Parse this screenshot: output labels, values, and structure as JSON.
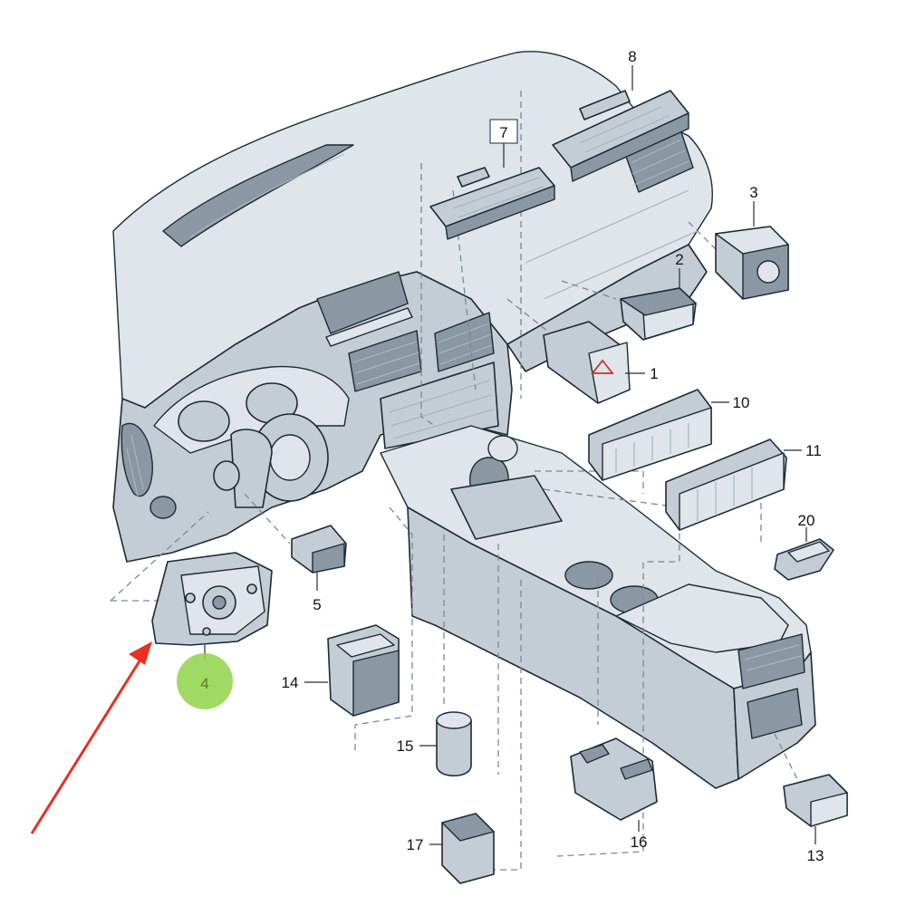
{
  "callouts": [
    {
      "id": "1",
      "label": "1"
    },
    {
      "id": "2",
      "label": "2"
    },
    {
      "id": "3",
      "label": "3"
    },
    {
      "id": "4",
      "label": "4"
    },
    {
      "id": "5",
      "label": "5"
    },
    {
      "id": "7",
      "label": "7"
    },
    {
      "id": "8",
      "label": "8"
    },
    {
      "id": "10",
      "label": "10"
    },
    {
      "id": "11",
      "label": "11"
    },
    {
      "id": "13",
      "label": "13"
    },
    {
      "id": "14",
      "label": "14"
    },
    {
      "id": "15",
      "label": "15"
    },
    {
      "id": "16",
      "label": "16"
    },
    {
      "id": "17",
      "label": "17"
    },
    {
      "id": "20",
      "label": "20"
    }
  ],
  "highlight": {
    "target": "4",
    "marker_color": "#8fd44a",
    "arrow_color": "#ea2e22"
  },
  "colors": {
    "part_fill": "#c4cdd6",
    "outline": "#1e2a33",
    "dash": "#7c8893"
  }
}
